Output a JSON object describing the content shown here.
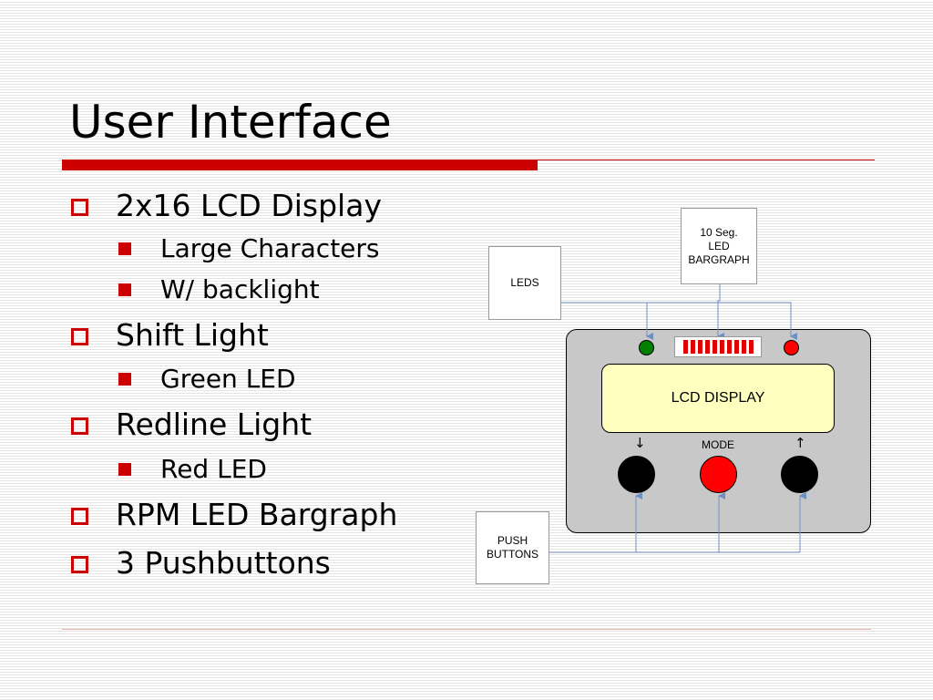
{
  "slide": {
    "title": "User Interface",
    "bullets": [
      {
        "text": "2x16 LCD Display",
        "sub": [
          "Large Characters",
          "W/ backlight"
        ]
      },
      {
        "text": "Shift Light",
        "sub": [
          "Green LED"
        ]
      },
      {
        "text": "Redline Light",
        "sub": [
          "Red LED"
        ]
      },
      {
        "text": "RPM LED Bargraph",
        "sub": []
      },
      {
        "text": "3 Pushbuttons",
        "sub": []
      }
    ]
  },
  "diagram": {
    "leds_label": "LEDS",
    "bargraph_label_lines": [
      "10 Seg.",
      "LED",
      "BARGRAPH"
    ],
    "pushbuttons_label_lines": [
      "PUSH",
      "BUTTONS"
    ],
    "lcd_label": "LCD DISPLAY",
    "mode_label": "MODE",
    "down_arrow": "↓",
    "up_arrow": "↑",
    "bargraph_segment_count": 10,
    "colors": {
      "green_led": "#008000",
      "red_led": "#ff0000",
      "left_button": "#000000",
      "mode_button": "#ff0000",
      "right_button": "#000000",
      "wire": "#6f8fc4",
      "accent": "#cc0000"
    }
  }
}
